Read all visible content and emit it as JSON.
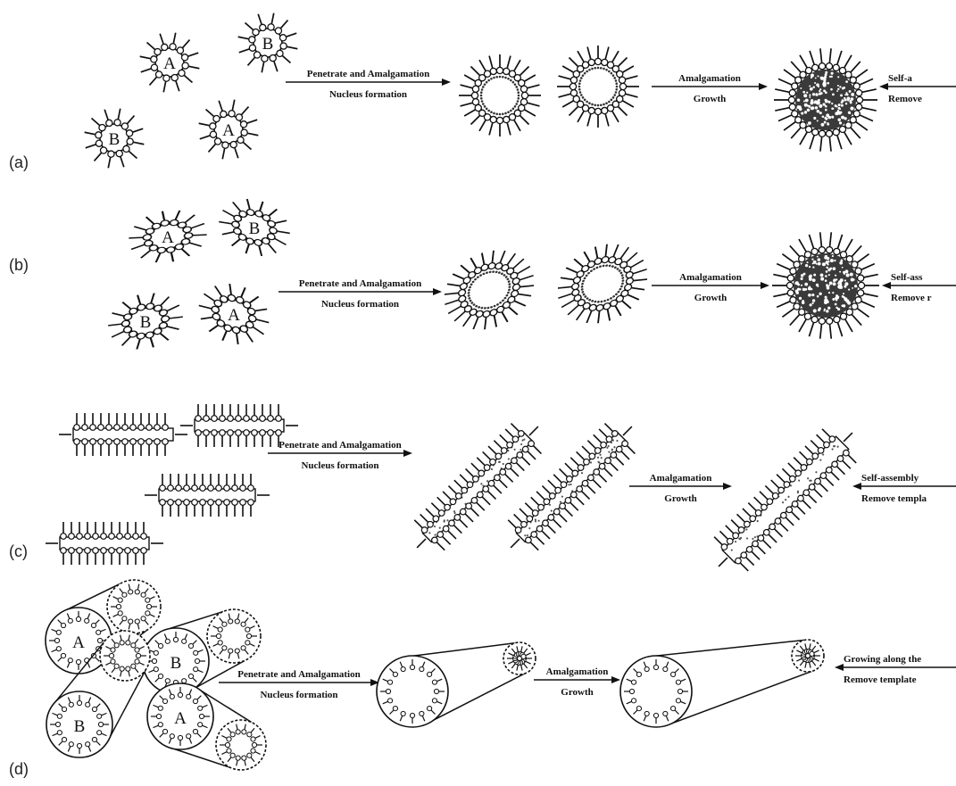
{
  "panels": [
    {
      "label": "(a)",
      "particle_letters": [
        "A",
        "B",
        "B",
        "A"
      ],
      "arrows": [
        {
          "top": "Penetrate and Amalgamation",
          "bottom": "Nucleus formation"
        },
        {
          "top": "Amalgamation",
          "bottom": "Growth"
        },
        {
          "top": "Self-a",
          "bottom": "Remove"
        }
      ]
    },
    {
      "label": "(b)",
      "particle_letters": [
        "A",
        "B",
        "B",
        "A"
      ],
      "arrows": [
        {
          "top": "Penetrate and Amalgamation",
          "bottom": "Nucleus formation"
        },
        {
          "top": "Amalgamation",
          "bottom": "Growth"
        },
        {
          "top": "Self-ass",
          "bottom": "Remove r"
        }
      ]
    },
    {
      "label": "(c)",
      "arrows": [
        {
          "top": "Penetrate and Amalgamation",
          "bottom": "Nucleus formation"
        },
        {
          "top": "Amalgamation",
          "bottom": "Growth"
        },
        {
          "top": "Self-assembly",
          "bottom": "Remove templa"
        }
      ]
    },
    {
      "label": "(d)",
      "particle_letters": [
        "A",
        "B",
        "B",
        "A"
      ],
      "arrows": [
        {
          "top": "Penetrate and Amalgamation",
          "bottom": "Nucleus formation"
        },
        {
          "top": "Amalgamation",
          "bottom": "Growth"
        },
        {
          "top": "Growing along the",
          "bottom": "Remove template"
        }
      ]
    }
  ]
}
